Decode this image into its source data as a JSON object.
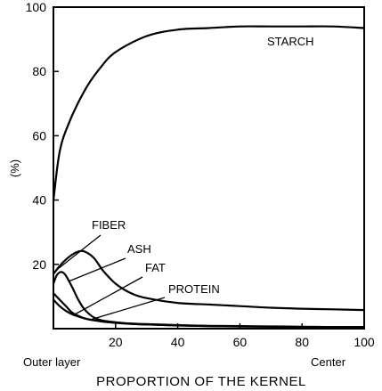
{
  "chart_data": {
    "type": "line",
    "xlabel": "PROPORTION OF THE KERNEL",
    "ylabel": "(%)",
    "x_start_label": "Outer layer",
    "x_end_label": "Center",
    "xlim": [
      0,
      100
    ],
    "ylim": [
      0,
      100
    ],
    "xticks": [
      "20",
      "40",
      "60",
      "80",
      "100"
    ],
    "yticks": [
      "20",
      "40",
      "60",
      "80",
      "100"
    ],
    "grid": false,
    "series": [
      {
        "name": "STARCH",
        "x": [
          0,
          2,
          5,
          10,
          15,
          20,
          30,
          40,
          50,
          60,
          70,
          80,
          90,
          100
        ],
        "y": [
          40,
          55,
          64,
          74,
          81,
          86,
          91,
          93,
          93.5,
          94,
          94,
          94,
          94,
          93.5
        ]
      },
      {
        "name": "FIBER",
        "x": [
          0,
          2,
          4,
          6,
          8,
          10,
          13,
          16,
          20,
          25,
          30,
          40,
          50,
          60,
          70,
          80,
          90,
          100
        ],
        "y": [
          17,
          19.5,
          21.5,
          23,
          24,
          24,
          22,
          18,
          14,
          11,
          9.5,
          8,
          7.5,
          7,
          6.5,
          6.2,
          6,
          5.8
        ]
      },
      {
        "name": "ASH",
        "x": [
          0,
          1,
          2,
          3,
          4,
          6,
          8,
          10,
          13,
          16,
          20,
          25,
          30,
          40,
          50,
          60,
          70,
          80,
          90,
          100
        ],
        "y": [
          14,
          16.5,
          17.5,
          17.5,
          16.5,
          13,
          9,
          6,
          3.5,
          2.5,
          2,
          1.5,
          1.3,
          1,
          0.8,
          0.7,
          0.6,
          0.5,
          0.5,
          0.5
        ]
      },
      {
        "name": "FAT",
        "x": [
          0,
          2,
          4,
          6,
          8,
          10,
          13,
          16,
          20,
          25,
          30,
          40,
          50,
          60,
          70,
          80,
          90,
          100
        ],
        "y": [
          11,
          9,
          7,
          5,
          4,
          3.2,
          2.6,
          2.2,
          1.8,
          1.5,
          1.3,
          1,
          0.8,
          0.7,
          0.6,
          0.5,
          0.5,
          0.5
        ]
      },
      {
        "name": "PROTEIN",
        "x": [
          0,
          2,
          4,
          6,
          8,
          10,
          13,
          16,
          20,
          25,
          30,
          40,
          50,
          60,
          70,
          80,
          90,
          100
        ],
        "y": [
          9,
          7,
          5.5,
          4.5,
          3.8,
          3.2,
          2.6,
          2.2,
          1.9,
          1.6,
          1.4,
          1.1,
          0.9,
          0.8,
          0.7,
          0.6,
          0.5,
          0.5
        ]
      }
    ]
  }
}
